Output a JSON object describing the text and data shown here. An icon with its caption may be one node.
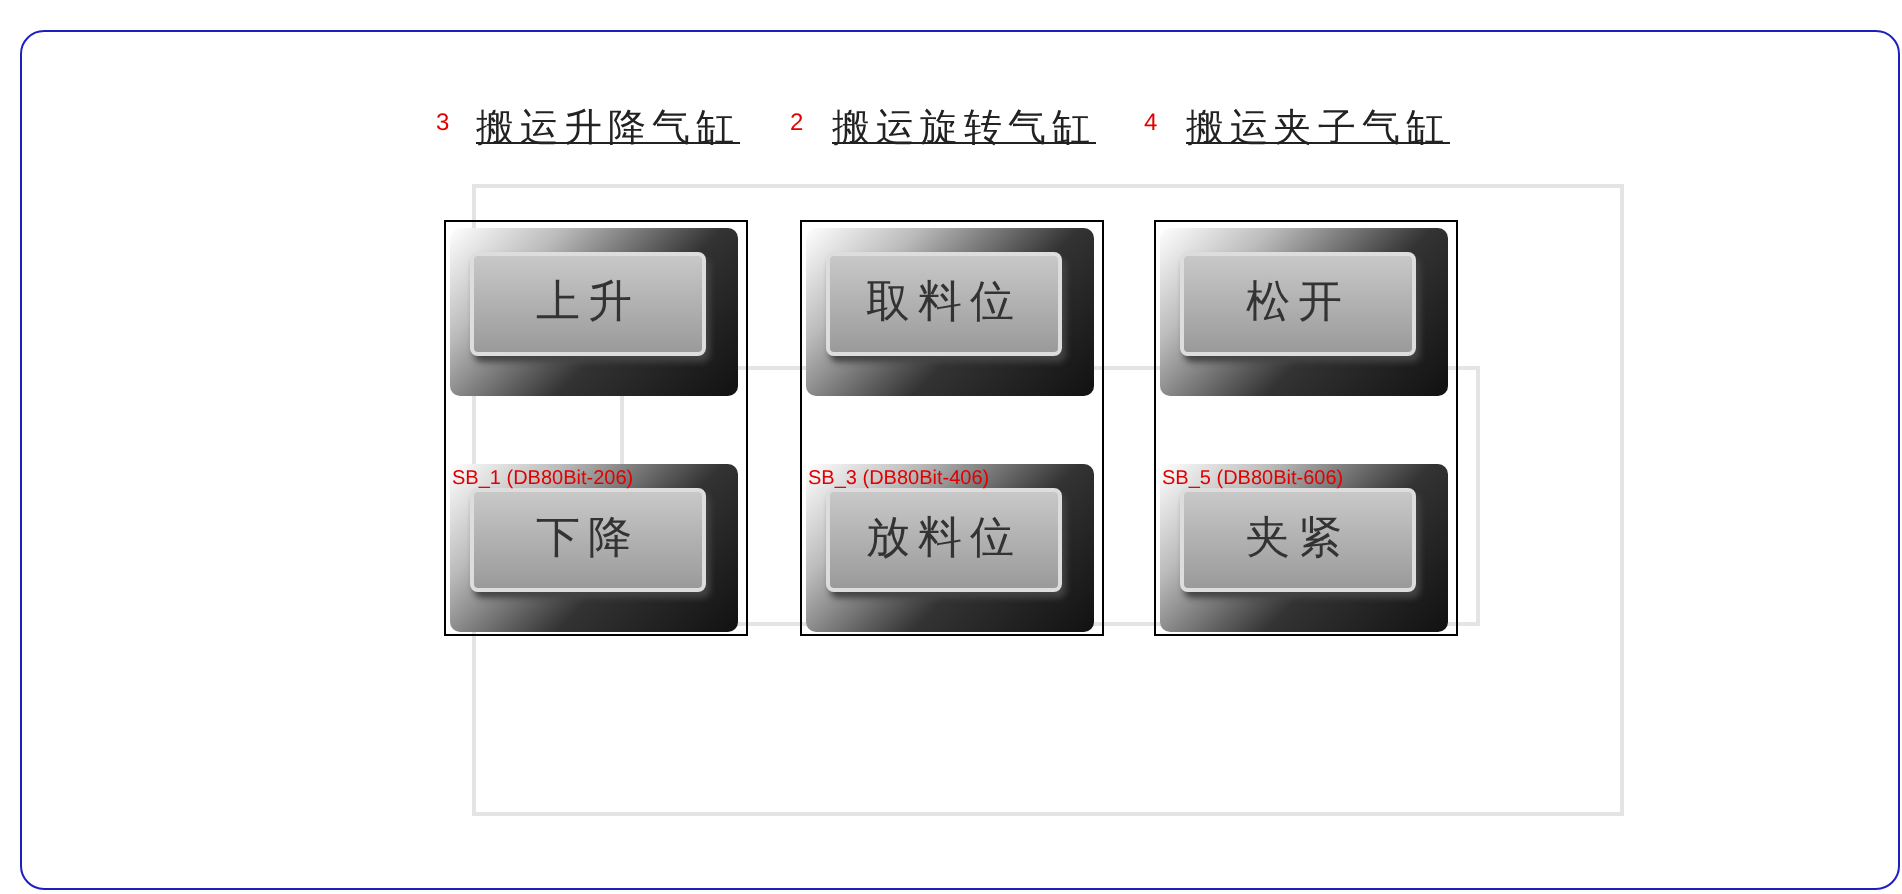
{
  "diagram": {
    "nodes": [
      {
        "text": [
          "搬运升降气缸"
        ]
      },
      {
        "text": [
          "上升"
        ],
        "in": 0
      },
      {
        "text": [
          "下降"
        ],
        "in": 0
      },
      {
        "text": [
          "搬运旋转气缸"
        ]
      },
      {
        "text": [
          "取料位"
        ],
        "in": 3
      },
      {
        "text": [
          "放料位"
        ],
        "in": 3
      },
      {
        "text": [
          "搬运夹子气缸"
        ]
      },
      {
        "text": [
          "松开"
        ],
        "in": 6
      },
      {
        "text": [
          "夹紧"
        ],
        "in": 6
      }
    ],
    "labels": [
      "3",
      "2",
      "4",
      "SB_1 (DB80Bit-206)",
      "SB_3 (DB80Bit-406)",
      "SB_5 (DB80Bit-606)"
    ]
  }
}
